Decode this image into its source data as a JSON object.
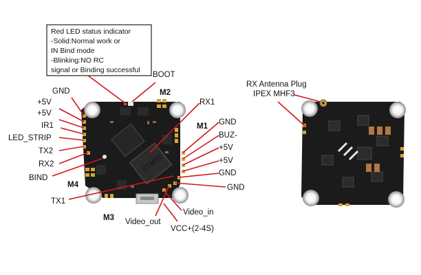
{
  "status_callout": {
    "lines": [
      "Red LED status indicator",
      "-Solid:Normal work or",
      "IN Bind mode",
      "-Blinking:NO RC",
      "signal or Binding successful"
    ]
  },
  "antenna_callout": {
    "line1": "RX Antenna Plug",
    "line2": "IPEX MHF3"
  },
  "labels": {
    "boot": "BOOT",
    "m2": "M2",
    "rx1": "RX1",
    "m1": "M1",
    "gnd_r1": "GND",
    "buz": "BUZ-",
    "v5_r1": "+5V",
    "v5_r2": "+5V",
    "gnd_r2": "GND",
    "gnd_r3": "GND",
    "gnd_l": "GND",
    "v5_l1": "+5V",
    "v5_l2": "+5V",
    "ir1": "IR1",
    "led_strip": "LED_STRIP",
    "tx2": "TX2",
    "rx2": "RX2",
    "bind": "BIND",
    "m4": "M4",
    "tx1": "TX1",
    "m3": "M3",
    "video_out": "Video_out",
    "video_in": "Video_in",
    "vcc": "VCC+(2-4S)"
  },
  "colors": {
    "board": "#1b1b1b",
    "pad_gold": "#d7a33a",
    "leader_red": "#d01818",
    "text": "#111111"
  }
}
